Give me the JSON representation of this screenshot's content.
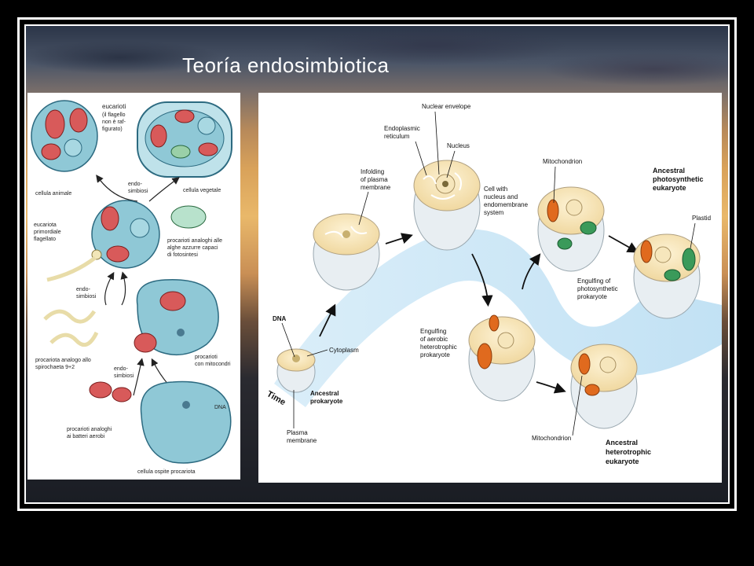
{
  "slide": {
    "title": "Teoría endosimbiotica"
  },
  "left_diagram": {
    "labels": {
      "eucarioti": "eucarioti",
      "flagello_note_1": "(il flagello",
      "flagello_note_2": "non è raf-",
      "flagello_note_3": "figurato)",
      "cellula_animale": "cellula animale",
      "endosimbiosi_1a": "endo-",
      "endosimbiosi_1b": "simbiosi",
      "cellula_vegetale": "cellula vegetale",
      "eucariota_1": "eucariota",
      "eucariota_2": "primordiale",
      "eucariota_3": "flagellato",
      "procarioti_alghe_1": "procarioti analoghi alle",
      "procarioti_alghe_2": "alghe azzurre capaci",
      "procarioti_alghe_3": "di fotosintesi",
      "endosimbiosi_2a": "endo-",
      "endosimbiosi_2b": "simbiosi",
      "procariota_spirochaeta_1": "procariota analogo allo",
      "procariota_spirochaeta_2": "spirochaeta 9+2",
      "procarioti_mitocondri_1": "procarioti",
      "procarioti_mitocondri_2": "con mitocondri",
      "endosimbiosi_3a": "endo-",
      "endosimbiosi_3b": "simbiosi",
      "dna": "DNA",
      "procarioti_batteri_1": "procarioti analoghi",
      "procarioti_batteri_2": "ai batteri aerobi",
      "cellula_ospite": "cellula ospite procariota"
    }
  },
  "right_diagram": {
    "labels": {
      "nuclear_envelope": "Nuclear envelope",
      "er_1": "Endoplasmic",
      "er_2": "reticulum",
      "nucleus": "Nucleus",
      "infolding_1": "Infolding",
      "infolding_2": "of plasma",
      "infolding_3": "membrane",
      "cell_nucleus_1": "Cell with",
      "cell_nucleus_2": "nucleus and",
      "cell_nucleus_3": "endomembrane",
      "cell_nucleus_4": "system",
      "mitochondrion_top": "Mitochondrion",
      "ancestral_photo_1": "Ancestral",
      "ancestral_photo_2": "photosynthetic",
      "ancestral_photo_3": "eukaryote",
      "plastid": "Plastid",
      "engulf_photo_1": "Engulfing of",
      "engulf_photo_2": "photosynthetic",
      "engulf_photo_3": "prokaryote",
      "dna": "DNA",
      "cytoplasm": "Cytoplasm",
      "engulf_aerobic_1": "Engulfing",
      "engulf_aerobic_2": "of aerobic",
      "engulf_aerobic_3": "heterotrophic",
      "engulf_aerobic_4": "prokaryote",
      "time": "Time",
      "ancestral_prok_1": "Ancestral",
      "ancestral_prok_2": "prokaryote",
      "plasma_membrane_1": "Plasma",
      "plasma_membrane_2": "membrane",
      "mitochondrion_bottom": "Mitochondrion",
      "ancestral_hetero_1": "Ancestral",
      "ancestral_hetero_2": "heterotrophic",
      "ancestral_hetero_3": "eukaryote"
    }
  }
}
